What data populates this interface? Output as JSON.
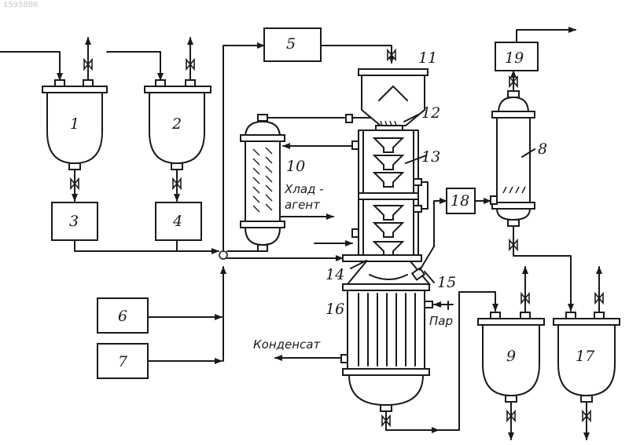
{
  "watermark": "1595886",
  "labels": {
    "n1": "1",
    "n2": "2",
    "n3": "3",
    "n4": "4",
    "n5": "5",
    "n6": "6",
    "n7": "7",
    "n8": "8",
    "n9": "9",
    "n10": "10",
    "n11": "11",
    "n12": "12",
    "n13": "13",
    "n14": "14",
    "n15": "15",
    "n16": "16",
    "n17": "17",
    "n18": "18",
    "n19": "19"
  },
  "annotations": {
    "coolant_line1": "Хлад -",
    "coolant_line2": "агент",
    "steam": "Пар",
    "condensate": "Конденсат"
  }
}
